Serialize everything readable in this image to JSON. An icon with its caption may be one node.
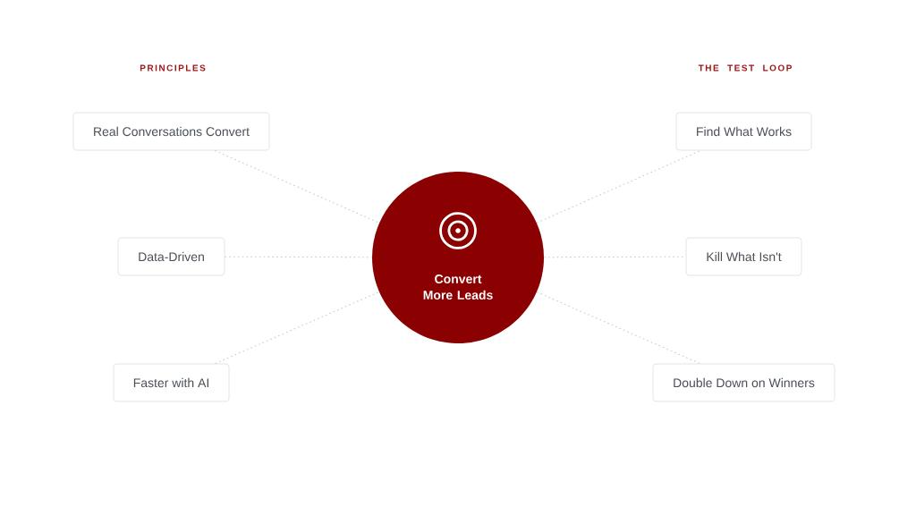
{
  "diagram": {
    "nodes": [
      {
        "text": [
          "Convert More Leads"
        ]
      },
      {
        "text": [
          "Real Conversations Convert"
        ]
      },
      {
        "text": [
          "Data-Driven"
        ]
      },
      {
        "text": [
          "Faster with AI"
        ]
      },
      {
        "text": [
          "Find What Works"
        ]
      },
      {
        "text": [
          "Kill What Isn't"
        ]
      },
      {
        "text": [
          "Double Down on Winners"
        ]
      }
    ],
    "edges": [
      {
        "from": 1,
        "to": 0,
        "arrow": "none"
      },
      {
        "from": 2,
        "to": 0,
        "arrow": "none"
      },
      {
        "from": 3,
        "to": 0,
        "arrow": "none"
      },
      {
        "from": 0,
        "to": 4,
        "arrow": "none"
      },
      {
        "from": 0,
        "to": 5,
        "arrow": "none"
      },
      {
        "from": 0,
        "to": 6,
        "arrow": "none"
      }
    ],
    "labels": [
      "PRINCIPLES",
      "THE TEST LOOP"
    ]
  }
}
